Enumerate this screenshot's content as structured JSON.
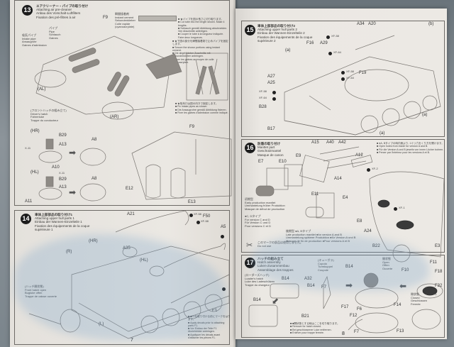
{
  "document": {
    "type": "Model kit assembly instructions",
    "pages": [
      {
        "page_number": "7",
        "steps": [
          {
            "number": "13",
            "title_jp": "エアクリーナー・パイプの取り付け",
            "title_en": "Attaching air pre-cleaner",
            "title_de": "Anbau des Vorschalt-Luftfilters",
            "title_fr": "Fixation des pré-filtres à air",
            "labels": {
              "intake_pipe_jp": "吸気パイプ",
              "intake_pipe_en": "Intake pipe",
              "intake_pipe_de": "Ansaugrohr",
              "intake_pipe_fr": "Gaines d'admission",
              "pipe_jp": "パイプ",
              "pipe_en": "Pipe",
              "pipe_de": "Schlauch",
              "pipe_fr": "Gaines",
              "cement_jp": "瞬間接着剤",
              "cement_en": "Instant cement",
              "cement_de": "Sekundenkleber",
              "cement_fr": "Colle rapide",
              "cement_fr2": "(cyanoacrylate)",
              "f9": "F9",
              "al": "(AL)",
              "ar": "(AR)",
              "e12": "E12",
              "e13": "E13"
            },
            "notes": [
              "★パイプを図の長さに切り取ります。",
              "Cut tube into the length shown. Make 4 lengths.",
              "Schlauch gemäß Abbildung abschneiden. Vier Abschnitte anfertigen.",
              "Couper le tube à la longueur indiquée. Faire deux longueurs."
            ],
            "notes2": [
              "★下図の部分を瞬間接着剤で止めパイプを固定します。",
              "Secure the shown portions using instant cement.",
              "Die abgebildeten Zuschnitte mit Sekundenkleber anbringen.",
              "Fixer les gaines au moyen de colle cyanoacrylate."
            ],
            "notes3": [
              "★吸気口は図の向きで固定します。",
              "Fix intake pipes as shown.",
              "Die Ansaugrohre gemäß Abbildung fixieren.",
              "Fixer les gaines d'admission comme indiqué."
            ],
            "subassembly": {
              "title_jp": "(フロントハッチの組み立て)",
              "title_en": "Driver's hatch",
              "title_de": "Fahrerluke",
              "title_fr": "Trappe du conducteur",
              "hr": "(HR)",
              "hl": "(HL)",
              "parts": [
                "B29",
                "A13",
                "A10",
                "A8",
                "X-11",
                "B29",
                "A13",
                "A11",
                "A8",
                "X-11"
              ]
            }
          },
          {
            "number": "14",
            "title_jp": "車体上部部品の取り付け1",
            "title_en": "Attaching upper hull parts 1",
            "title_de": "Einbau der Wannen-Einzelteile 1",
            "title_fr": "Fixation des équipements de la coque supérieure 1",
            "labels": {
              "a21": "A21",
              "f50": "F50",
              "a5": "A5",
              "a35": "A35",
              "hr": "(HR)",
              "hl": "(HL)",
              "r": "(R)",
              "l": "(L)",
              "f1": "F1",
              "xf58a": "XF-58",
              "xf58b": "XF-58",
              "xf58c": "XF-58",
              "xf58d": "XF-58"
            },
            "hatch_open": {
              "jp": "(ハッチ開状態)",
              "en": "Front hatch open",
              "de": "Bugluke offen",
              "fr": "Trappe de caisse ouverte"
            },
            "notes": [
              "■F1を取り付ける前にマークをはります。",
              "Apply decals prior to attaching parts F1.",
              "Vor Einbau der Teile F1 Abziehbilder anbringen.",
              "Appliquer les décals avant d'attacher les pièces F1."
            ]
          }
        ]
      },
      {
        "page_number": "8",
        "steps": [
          {
            "number": "15",
            "title_jp": "車体上部部品の取り付け2",
            "title_en": "Attaching upper hull parts 2",
            "title_de": "Einbau der Wannen-Einzelteile 2",
            "title_fr": "Fixation des équipements de la coque supérieure 2",
            "labels": {
              "a34": "A34",
              "a20": "A20",
              "b": "(b)",
              "a": "(a)",
              "f16": "F16",
              "a29": "A29",
              "a27": "A27",
              "a25": "A25",
              "f19": "F19",
              "b28": "B28",
              "b17": "B17",
              "a2": "(a)",
              "a3": "(a)",
              "xf58": "XF-58",
              "xf64": "XF-64",
              "xf58b": "XF-58",
              "xf64b": "XF-64",
              "xf58c": "XF-58",
              "xf64c": "XF-64",
              "xf58d": "XF-58"
            }
          },
          {
            "number": "16",
            "title_jp": "防盾の取り付け",
            "title_en": "Mantlet part",
            "title_de": "Geschützmantel",
            "title_fr": "Masque de canon",
            "labels": {
              "a15": "A15",
              "a40": "A40",
              "a42": "A42",
              "a12": "A12",
              "e7": "E7",
              "e10": "E10",
              "e9": "E9",
              "a14": "A14",
              "e4": "E4",
              "e11": "E11",
              "e8": "E8",
              "a24": "A24",
              "b22": "B22",
              "e3": "E3",
              "xf2": "XF-2",
              "xf1": "XF-1"
            },
            "early": {
              "jp": "初期型",
              "en": "Early production mantlet",
              "de": "Ummantelung früher Produktion",
              "fr": "Masque de début de production"
            },
            "cd_type": {
              "jp": "●C, Dタイプ",
              "en": "For version C and D",
              "de": "Für Version C und D",
              "fr": "Pour versions C et D"
            },
            "late": {
              "jp": "後期型 ●A, Bタイプ",
              "en": "Late production mantlet ●for version A and B",
              "de": "Ummantelung späterer Produktion ●für Version A und B",
              "fr": "Masque de fin de production ●Pour versions A et B"
            },
            "notes": [
              "●A, Bタイプの時内側より, 1ミリ穴をくり方を開けます。",
              "Open holes from inside for version A and B.",
              "Für die Version A und B jeweils von innen Löcher bohren.",
              "Percer par l'intérieur pour les versions A et B."
            ],
            "do_not_use": {
              "jp": "このマークの部品は使用しません。",
              "en": "Do not use",
              "de": "Nicht benutzen",
              "fr": "Ne pas utiliser"
            }
          },
          {
            "number": "17",
            "title_jp": "ハッチの組み立て",
            "title_en": "Hatch assembly",
            "title_de": "Luken-Zusammenbau",
            "title_fr": "Assemblage des trappes",
            "loader": {
              "jp": "(ローダーズハッチ)",
              "en": "Loader's hatch",
              "de": "Luke des Ladeschützen",
              "fr": "Trappe du chargeur"
            },
            "cupola": {
              "jp": "(キューポラ)",
              "en": "Cupola",
              "de": "Turmkuppel",
              "fr": "Coupole"
            },
            "open": {
              "jp": "開状態",
              "en": "Open",
              "de": "Offen",
              "fr": "Ouverte"
            },
            "closed": {
              "jp": "閉状態",
              "en": "Closed",
              "de": "Geschlossen",
              "fr": "Fermée"
            },
            "labels": {
              "b14a": "B14",
              "a32": "A32",
              "b14b": "B14",
              "b14c": "B14",
              "b21": "B21",
              "f7": "F7",
              "f17": "F17",
              "b14d": "B14",
              "f6": "F6",
              "f12": "F12",
              "f14": "F14",
              "f13": "F13",
              "f7b": "F7",
              "f11": "F11",
              "f10": "F10",
              "f18": "F18",
              "f32": "F32",
              "xf1": "XF-1"
            },
            "notes": [
              "■開状態とする時はここを切り取ります。",
              "Remove for hatch closed.",
              "Bei geschlossener Luke entfernen.",
              "Enlever pour trappe fermée."
            ]
          }
        ]
      }
    ]
  }
}
